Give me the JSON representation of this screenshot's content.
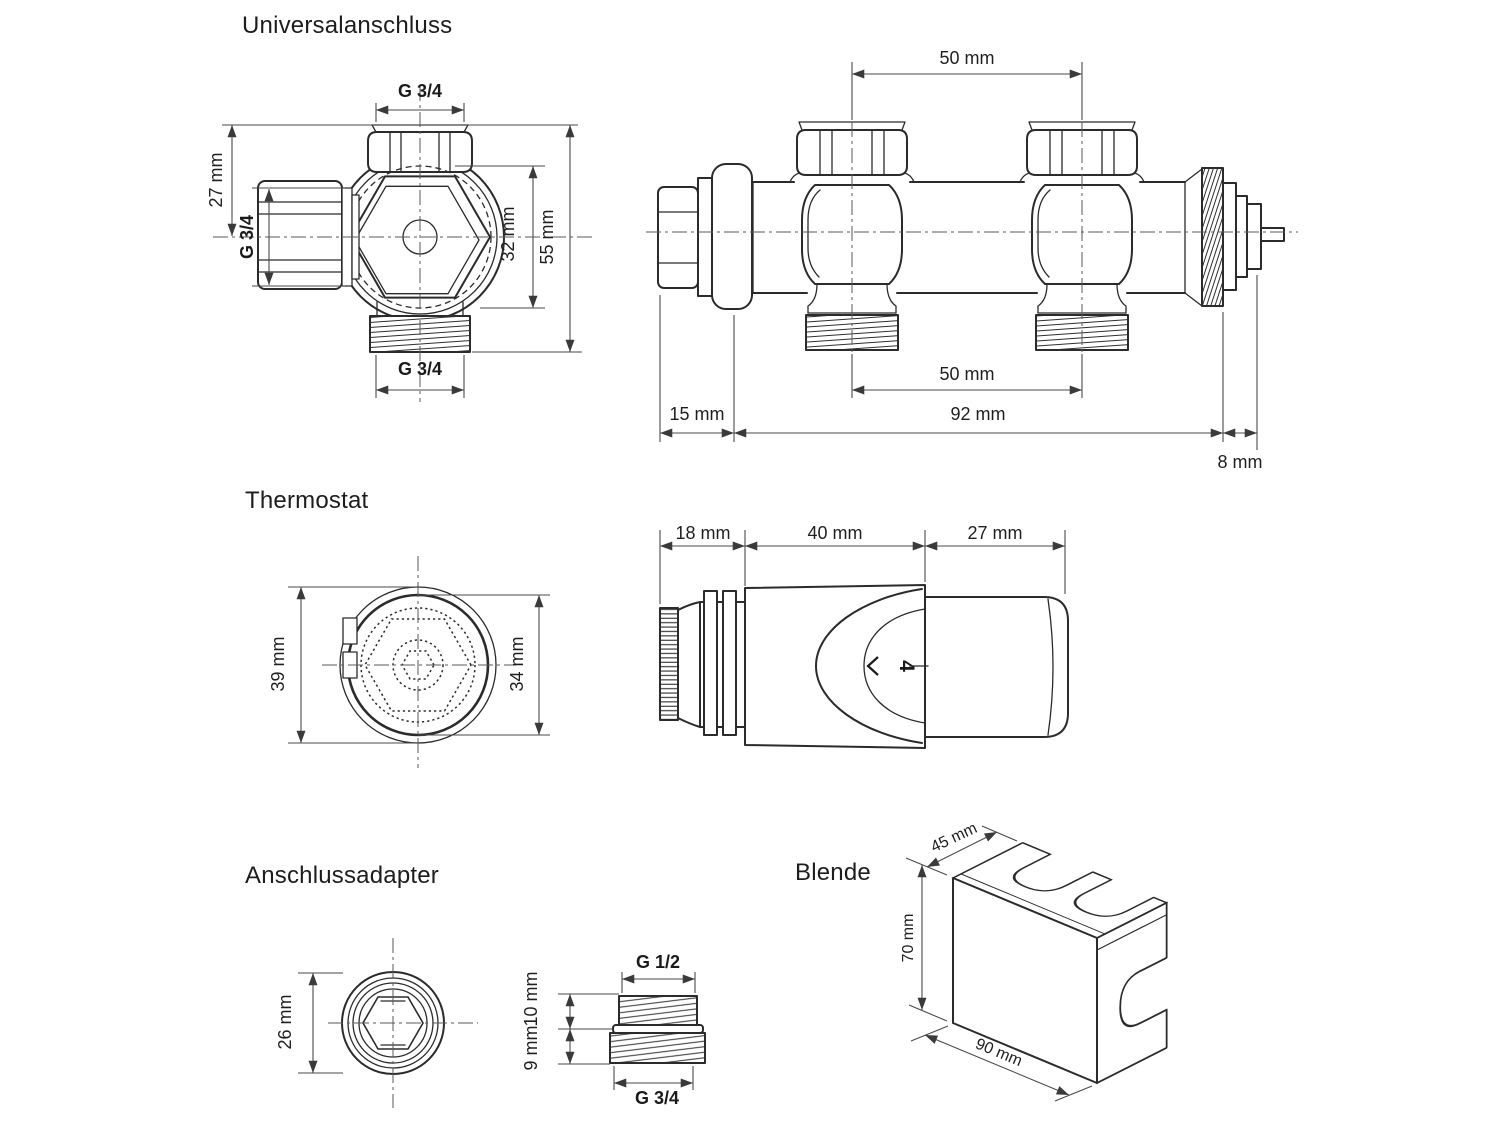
{
  "colors": {
    "background": "#ffffff",
    "outline": "#2b2b2b",
    "dimension_line": "#4a4a4a",
    "text": "#1d1d1d"
  },
  "sections": {
    "universalanschluss": {
      "title": "Universalanschluss",
      "front": {
        "g34_top": "G 3/4",
        "h27": "27 mm",
        "g34_left": "G 3/4",
        "d32": "32 mm",
        "h55": "55 mm",
        "g34_bottom": "G 3/4"
      },
      "side": {
        "s50_top": "50 mm",
        "s50_bottom": "50 mm",
        "off15": "15 mm",
        "len92": "92 mm",
        "off8": "8 mm"
      }
    },
    "thermostat": {
      "title": "Thermostat",
      "front": {
        "d39": "39 mm",
        "d34": "34 mm"
      },
      "side": {
        "w18": "18 mm",
        "w40": "40 mm",
        "w27": "27 mm",
        "setting": "4"
      }
    },
    "anschlussadapter": {
      "title": "Anschlussadapter",
      "front": {
        "d26": "26 mm"
      },
      "side": {
        "g12": "G 1/2",
        "h10": "10 mm",
        "h9": "9 mm",
        "g34": "G 3/4"
      }
    },
    "blende": {
      "title": "Blende",
      "iso": {
        "d45": "45 mm",
        "h70": "70 mm",
        "w90": "90 mm"
      }
    }
  }
}
